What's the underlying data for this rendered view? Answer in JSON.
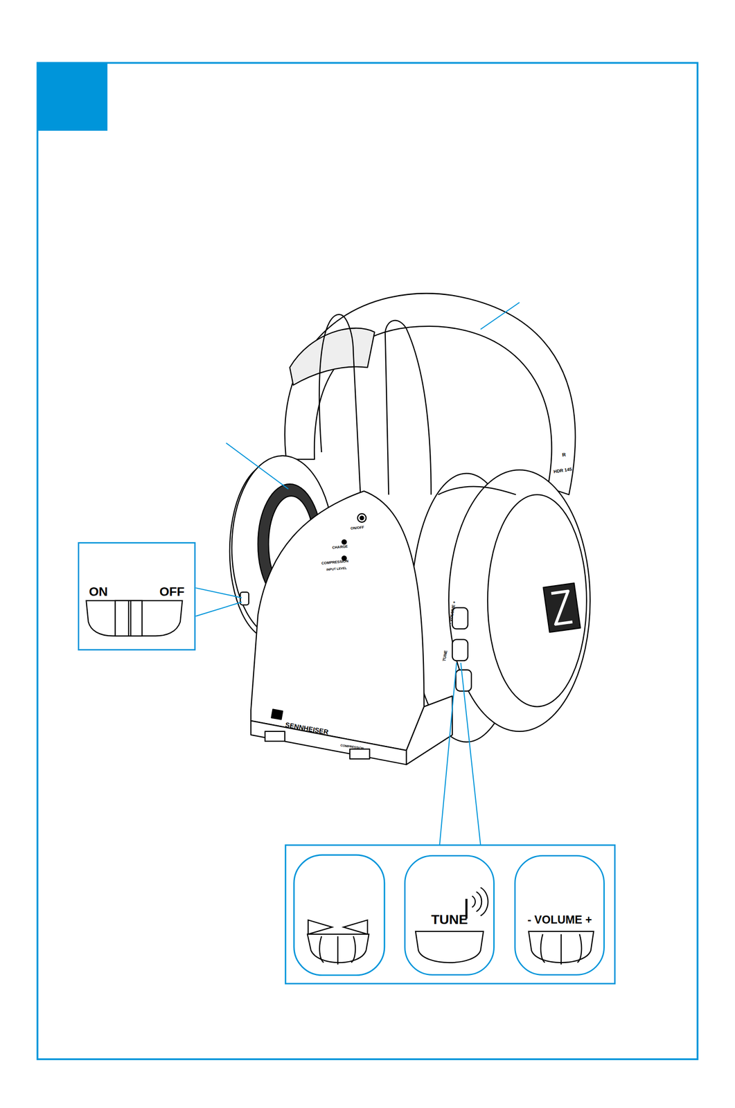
{
  "diagram": {
    "nodes": [
      {
        "text": [
          "ON",
          "OFF"
        ]
      },
      {
        "text": [
          "TUNE"
        ]
      },
      {
        "text": [
          "- VOLUME +"
        ]
      }
    ],
    "labels": [
      "R",
      "HDR 145",
      "ON/OFF",
      "CHARGE",
      "COMPRESSION",
      "INPUT LEVEL",
      "SENNHEISER",
      "COMPRESSION",
      "TUNE",
      "- VOLUME +"
    ]
  }
}
